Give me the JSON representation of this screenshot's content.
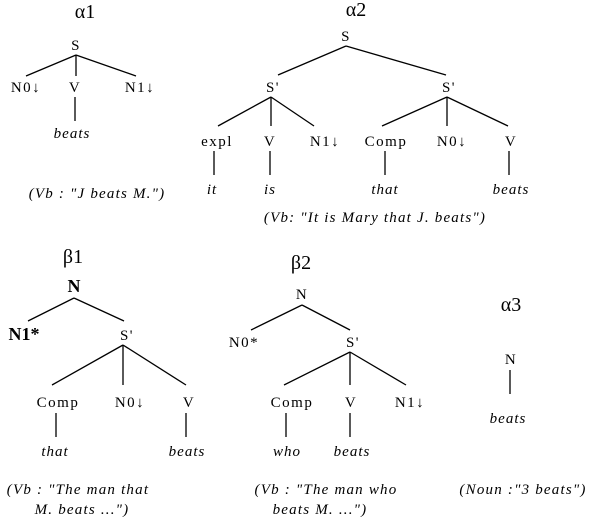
{
  "trees": {
    "alpha1": {
      "name": "α1",
      "root": "S",
      "n0": "N0↓",
      "v": "V",
      "n1": "N1↓",
      "anchor": "beats",
      "caption": "(Vb : \"J beats M.\")"
    },
    "alpha2": {
      "name": "α2",
      "root": "S",
      "sleft": "S'",
      "sright": "S'",
      "expl": "expl",
      "v1": "V",
      "n1": "N1↓",
      "comp": "Comp",
      "n0": "N0↓",
      "v2": "V",
      "w_it": "it",
      "w_is": "is",
      "w_that": "that",
      "w_beats": "beats",
      "caption": "(Vb: \"It is Mary that J. beats\")"
    },
    "beta1": {
      "name": "β1",
      "root": "N",
      "foot": "N1*",
      "s": "S'",
      "comp": "Comp",
      "n0": "N0↓",
      "v": "V",
      "w_that": "that",
      "w_beats": "beats",
      "caption_1": "(Vb : \"The man that",
      "caption_2": "M. beats ...\")"
    },
    "beta2": {
      "name": "β2",
      "root": "N",
      "foot": "N0*",
      "s": "S'",
      "comp": "Comp",
      "v": "V",
      "n1": "N1↓",
      "w_who": "who",
      "w_beats": "beats",
      "caption_1": "(Vb : \"The man who",
      "caption_2": "beats M. ...\")"
    },
    "alpha3": {
      "name": "α3",
      "root": "N",
      "anchor": "beats",
      "caption": "(Noun :\"3 beats\")"
    }
  }
}
